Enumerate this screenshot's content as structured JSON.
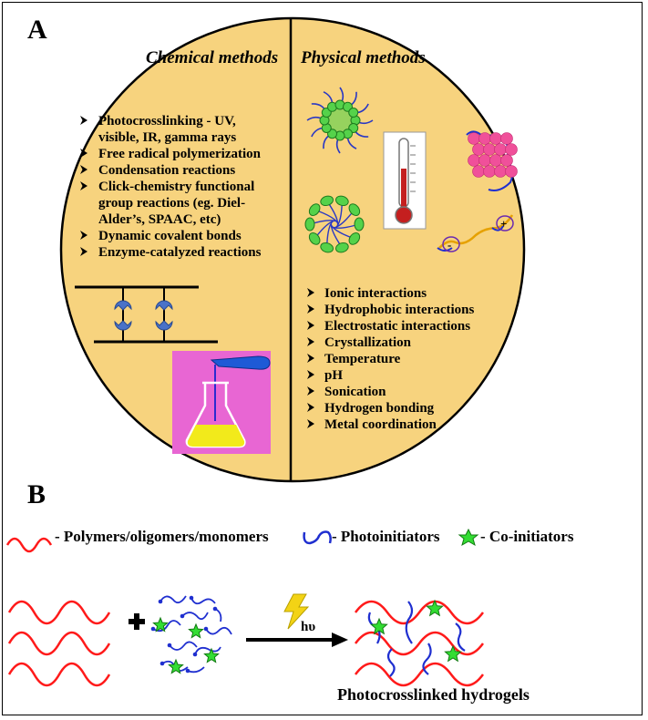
{
  "panel_a": {
    "label": "A",
    "chemical": {
      "heading": "Chemical methods",
      "items": [
        [
          "Photocrosslinking - UV,",
          "visible, IR, gamma rays"
        ],
        [
          "Free radical polymerization"
        ],
        [
          "Condensation reactions"
        ],
        [
          "Click-chemistry functional",
          "group reactions (eg. Diel-",
          "Alder’s, SPAAC, etc)"
        ],
        [
          "Dynamic covalent bonds"
        ],
        [
          "Enzyme-catalyzed reactions"
        ]
      ]
    },
    "physical": {
      "heading": "Physical methods",
      "items": [
        "Ionic interactions",
        "Hydrophobic interactions",
        "Electrostatic interactions",
        "Crystallization",
        "Temperature",
        "pH",
        "Sonication",
        "Hydrogen bonding",
        "Metal coordination"
      ],
      "charge_plus": "+",
      "charge_minus": "-"
    },
    "colors": {
      "disc": "#f7d37e",
      "flask_bg": "#e866d3",
      "liquid": "#f2ea1b",
      "micelle": "#55d24a",
      "particles": "#f0509a",
      "bulb": "#c41f1f"
    }
  },
  "panel_b": {
    "label": "B",
    "legend": [
      {
        "icon": "polymer-wave-icon",
        "text": "- Polymers/oligomers/monomers",
        "color": "#ff1a1a"
      },
      {
        "icon": "photoinitiator-icon",
        "text": "- Photoinitiators",
        "color": "#1f2fd0"
      },
      {
        "icon": "star-icon",
        "text": "- Co-initiators",
        "color": "#33cc33"
      }
    ],
    "reaction_label": "hυ",
    "product_caption": "Photocrosslinked hydrogels"
  }
}
